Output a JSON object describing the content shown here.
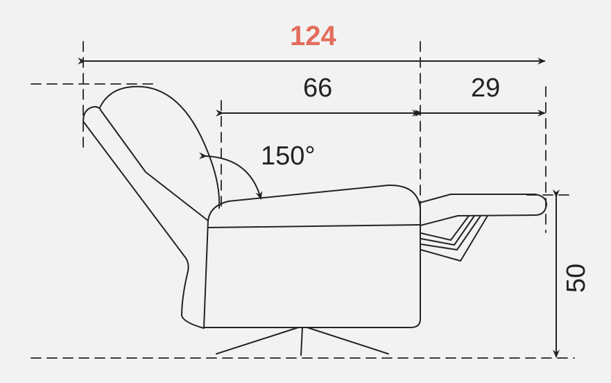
{
  "diagram": {
    "subject": "recliner chair side profile (reclined position) with dimensions",
    "accent_color": "#e36c5c",
    "line_color": "#222222",
    "background_color": "#f2f2f2",
    "dimensions": {
      "total_length": "124",
      "seat_depth": "66",
      "footrest_extension": "29",
      "height": "50",
      "recline_angle": "150°"
    }
  }
}
